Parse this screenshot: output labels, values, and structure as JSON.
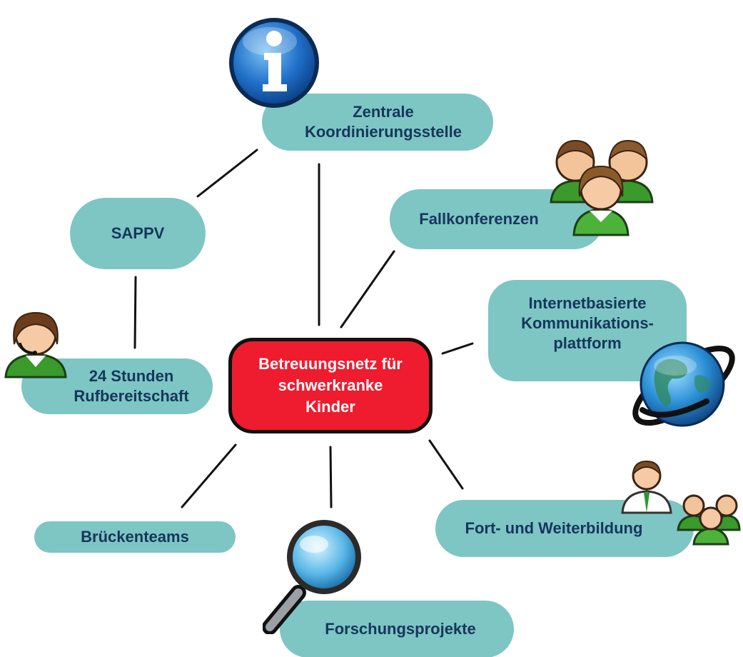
{
  "center": {
    "label": "Betreuungsnetz für\nschwerkranke\nKinder"
  },
  "nodes": {
    "zentrale": "Zentrale\nKoordinierungsstelle",
    "sappv": "SAPPV",
    "fallkonferenzen": "Fallkonferenzen",
    "internet": "Internetbasierte\nKommunikations-\nplattform",
    "rufbereitschaft": "24 Stunden\nRufbereitschaft",
    "brueckenteams": "Brückenteams",
    "forschung": "Forschungsprojekte",
    "fortbildung": "Fort- und Weiterbildung"
  },
  "icons": {
    "zentrale": "info-icon",
    "fallkonferenzen": "group-people-icon",
    "internet": "globe-icon",
    "rufbereitschaft": "headset-person-icon",
    "forschung": "magnifier-icon",
    "fortbildung": "teacher-students-icon"
  },
  "colors": {
    "node_fill": "#7dc6c4",
    "node_text": "#16365c",
    "center_fill": "#ee1c2e",
    "center_border": "#111111",
    "center_text": "#ffffff",
    "connector": "#111111"
  }
}
